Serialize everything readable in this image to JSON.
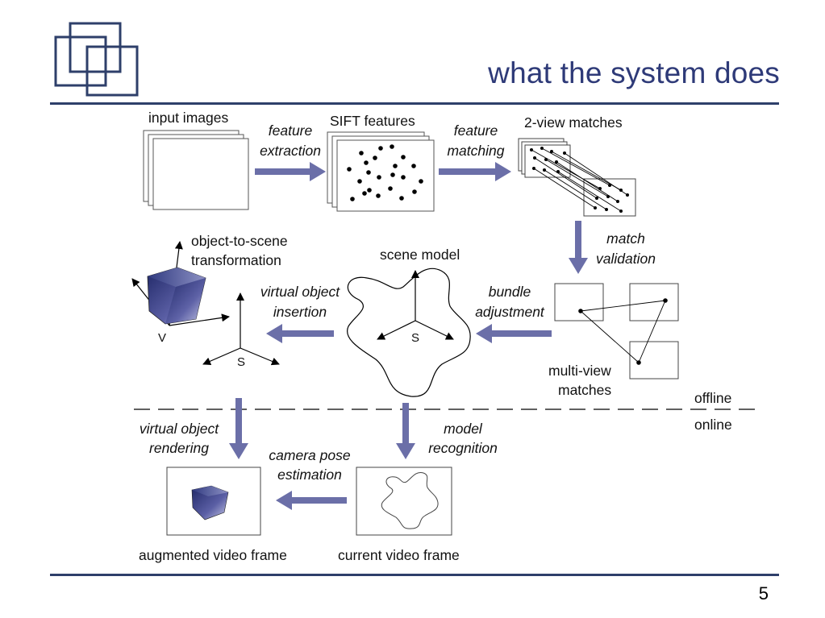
{
  "slide": {
    "title": "what the system does",
    "page_number": "5"
  },
  "diagram": {
    "stages": {
      "input_images": "input images",
      "sift_features": "SIFT features",
      "two_view_matches": "2-view matches",
      "multi_view_matches_1": "multi-view",
      "multi_view_matches_2": "matches",
      "scene_model": "scene model",
      "object_to_scene_1": "object-to-scene",
      "object_to_scene_2": "transformation",
      "augmented_video_frame": "augmented video frame",
      "current_video_frame": "current video frame"
    },
    "steps": {
      "feature_extraction_1": "feature",
      "feature_extraction_2": "extraction",
      "feature_matching_1": "feature",
      "feature_matching_2": "matching",
      "match_validation_1": "match",
      "match_validation_2": "validation",
      "bundle_adjustment_1": "bundle",
      "bundle_adjustment_2": "adjustment",
      "virtual_object_insertion_1": "virtual object",
      "virtual_object_insertion_2": "insertion",
      "virtual_object_rendering_1": "virtual object",
      "virtual_object_rendering_2": "rendering",
      "camera_pose_estimation_1": "camera pose",
      "camera_pose_estimation_2": "estimation",
      "model_recognition_1": "model",
      "model_recognition_2": "recognition"
    },
    "axis_labels": {
      "object_frame": "V",
      "scene_frame_left": "S",
      "scene_frame_model": "S"
    },
    "divider": {
      "offline": "offline",
      "online": "online"
    },
    "colors": {
      "accent": "#2e3a78",
      "arrow": "#6b6fa8",
      "rule": "#2e3f6a"
    }
  }
}
